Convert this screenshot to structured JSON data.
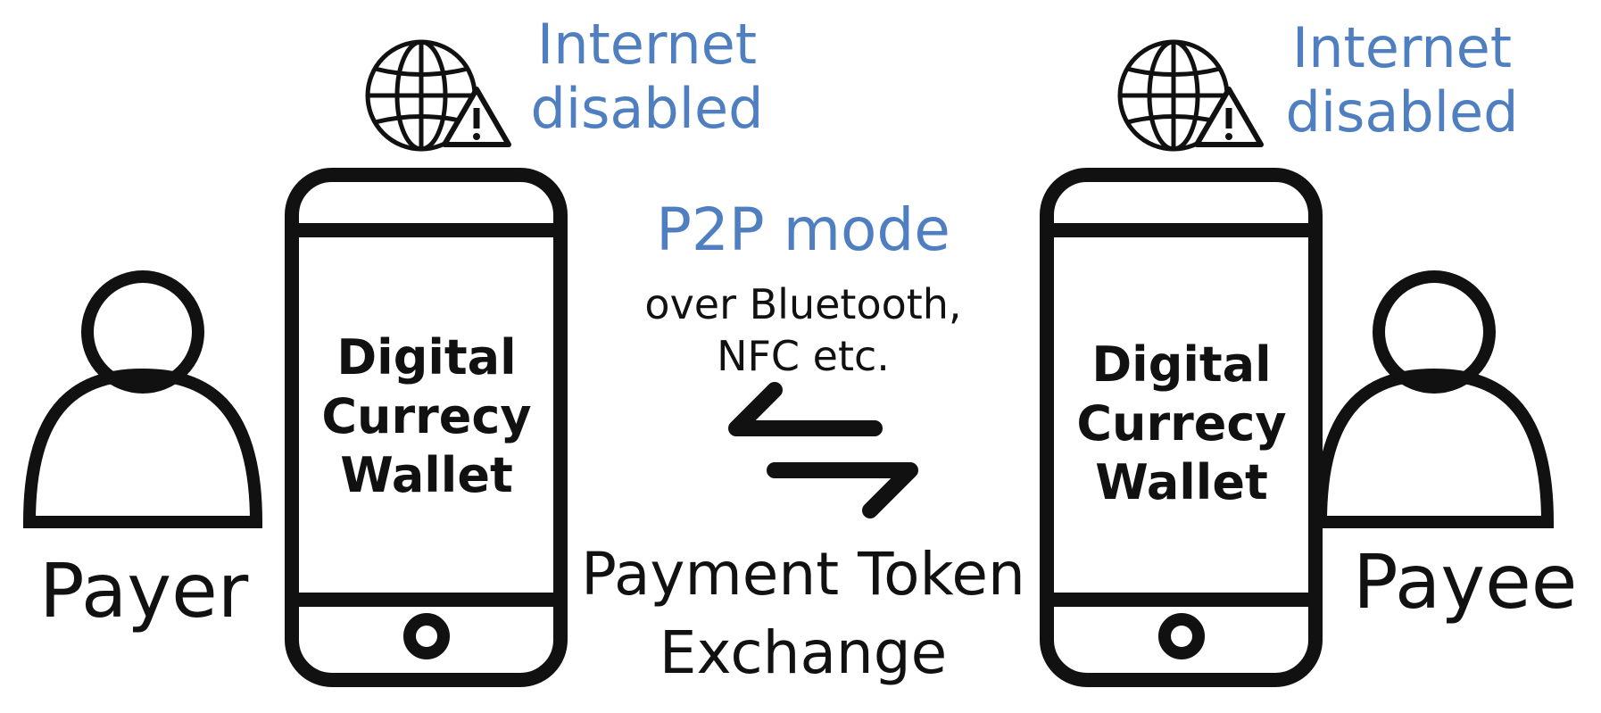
{
  "payer": {
    "label": "Payer",
    "internet_status": {
      "line1": "Internet",
      "line2": "disabled"
    },
    "wallet": {
      "line1": "Digital",
      "line2": "Currecy",
      "line3": "Wallet"
    }
  },
  "payee": {
    "label": "Payee",
    "internet_status": {
      "line1": "Internet",
      "line2": "disabled"
    },
    "wallet": {
      "line1": "Digital",
      "line2": "Currecy",
      "line3": "Wallet"
    }
  },
  "channel": {
    "mode": "P2P mode",
    "transport_line1": "over Bluetooth,",
    "transport_line2": "NFC etc.",
    "exchange_line1": "Payment Token",
    "exchange_line2": "Exchange"
  },
  "colors": {
    "accent": "#4f7fc0",
    "ink": "#111111",
    "background": "#ffffff"
  },
  "icons": [
    "person-icon",
    "phone-icon",
    "globe-icon",
    "warning-icon",
    "exchange-arrows-icon"
  ]
}
